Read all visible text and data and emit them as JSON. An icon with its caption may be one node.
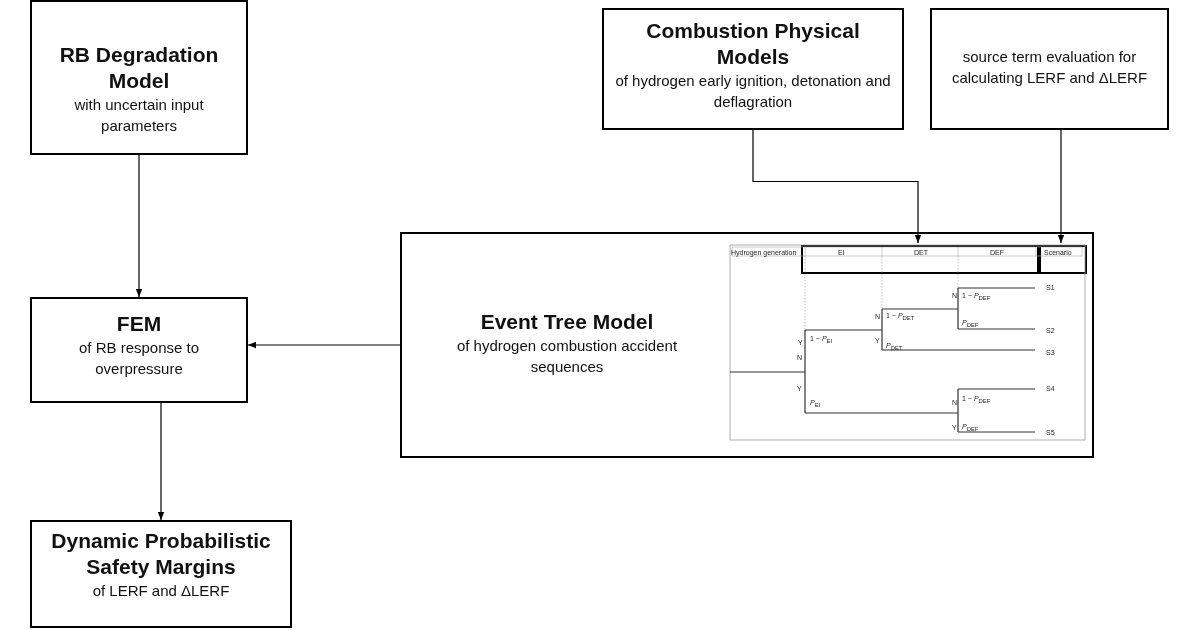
{
  "diagram": {
    "nodes": [
      {
        "text": [
          "RB Degradation Model",
          "with uncertain input parameters"
        ]
      },
      {
        "text": [
          "Combustion Physical Models",
          "of hydrogen early ignition, detonation and deflagration"
        ]
      },
      {
        "text": [
          "source term evaluation for calculating LERF and ΔLERF"
        ]
      },
      {
        "text": [
          "FEM",
          "of RB response to overpressure"
        ]
      },
      {
        "text": [
          "Event Tree Model",
          "of hydrogen combustion accident sequences"
        ]
      },
      {
        "text": [],
        "shape": "box",
        "in": 4
      },
      {
        "text": [],
        "shape": "box",
        "in": 4
      },
      {
        "text": [
          "Dynamic Probabilistic Safety Margins",
          "of LERF and ΔLERF"
        ]
      }
    ],
    "edges": [
      {
        "from": 0,
        "to": 3,
        "arrow": "to"
      },
      {
        "from": 1,
        "to": 5,
        "arrow": "to"
      },
      {
        "from": 2,
        "to": 6,
        "arrow": "to"
      },
      {
        "from": 4,
        "to": 3,
        "arrow": "to"
      },
      {
        "from": 3,
        "to": 7,
        "arrow": "to"
      }
    ],
    "labels": [
      "Hydrogen generation",
      "EI",
      "DET",
      "DEF",
      "Scenario",
      "N",
      "1 − *P*$_{DEF}$",
      "S1",
      "N",
      "1 − *P*$_{DET}$",
      "Y",
      "*P*$_{DEF}$",
      "S2",
      "1 − *P*$_{EI}$",
      "Y",
      "*P*$_{DET}$",
      "S3",
      "N",
      "Y",
      "S4",
      "N",
      "1 − *P*$_{DEF}$",
      "*P*$_{EI}$",
      "Y",
      "*P*$_{DEF}$",
      "S5"
    ]
  }
}
